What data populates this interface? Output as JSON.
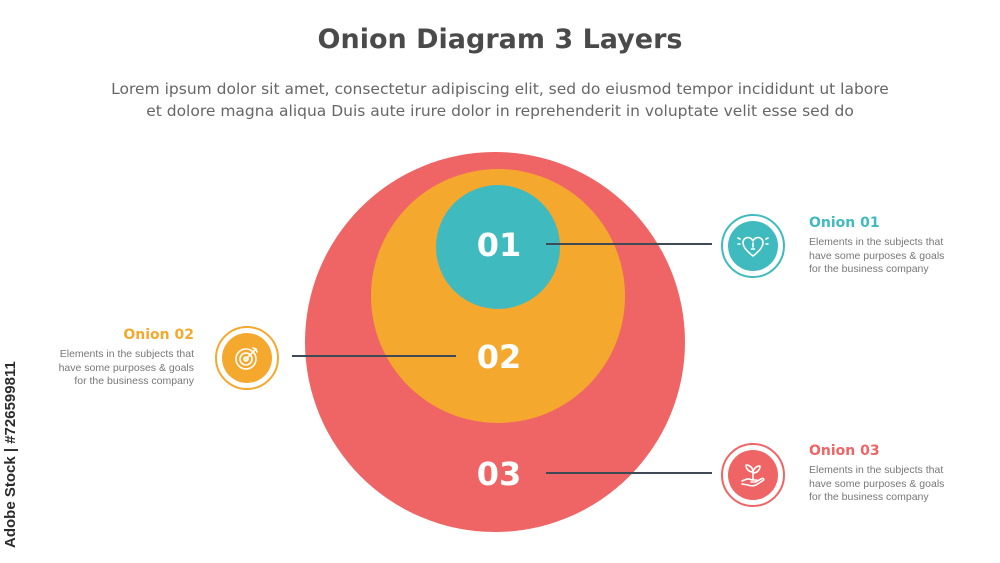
{
  "title": "Onion Diagram 3 Layers",
  "subtitle": {
    "line1": "Lorem ipsum dolor sit amet, consectetur adipiscing elit, sed do eiusmod tempor incididunt ut labore",
    "line2": "et dolore magna aliqua Duis aute irure dolor in reprehenderit in voluptate velit esse sed do"
  },
  "colors": {
    "layer1": "#3fbabf",
    "layer2": "#f5a82e",
    "layer3": "#ef6565",
    "line": "#3f4a56"
  },
  "layers": [
    {
      "number": "01",
      "name": "Onion 01",
      "desc": [
        "Elements in the subjects that",
        "have  some purposes & goals",
        "for the  business company"
      ],
      "icon": "heart-lightbulb-icon"
    },
    {
      "number": "02",
      "name": "Onion 02",
      "desc": [
        "Elements in the subjects that",
        "have  some purposes & goals",
        "for the  business company"
      ],
      "icon": "target-icon"
    },
    {
      "number": "03",
      "name": "Onion 03",
      "desc": [
        "Elements in the subjects that",
        "have  some purposes & goals",
        "for the  business company"
      ],
      "icon": "plant-hand-icon"
    }
  ],
  "watermark": "Adobe Stock | #726599811"
}
